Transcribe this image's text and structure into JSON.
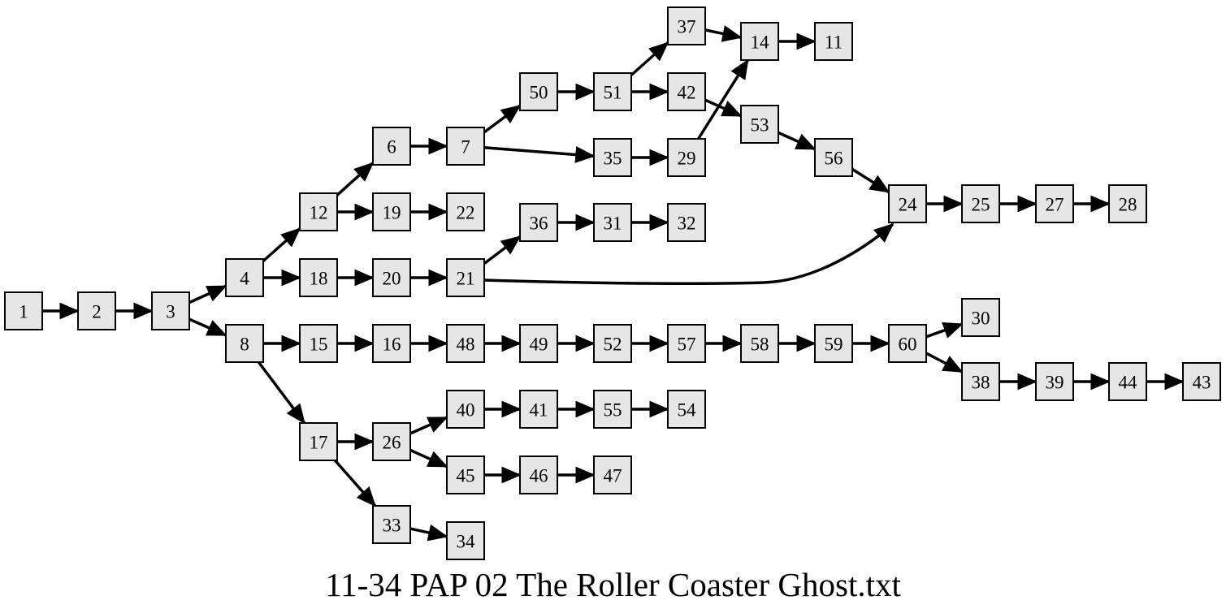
{
  "caption": "11-34 PAP 02 The Roller Coaster Ghost.txt",
  "graph": {
    "nodes": [
      "1",
      "2",
      "3",
      "4",
      "8",
      "12",
      "18",
      "15",
      "17",
      "6",
      "19",
      "20",
      "16",
      "26",
      "33",
      "7",
      "22",
      "21",
      "48",
      "40",
      "45",
      "34",
      "50",
      "35",
      "36",
      "49",
      "41",
      "46",
      "51",
      "29",
      "31",
      "52",
      "55",
      "47",
      "37",
      "42",
      "32",
      "57",
      "54",
      "14",
      "53",
      "58",
      "11",
      "56",
      "59",
      "24",
      "60",
      "25",
      "30",
      "38",
      "27",
      "39",
      "28",
      "44",
      "43"
    ],
    "edges": [
      [
        "1",
        "2"
      ],
      [
        "2",
        "3"
      ],
      [
        "3",
        "4"
      ],
      [
        "3",
        "8"
      ],
      [
        "4",
        "12"
      ],
      [
        "4",
        "18"
      ],
      [
        "12",
        "6"
      ],
      [
        "12",
        "19"
      ],
      [
        "19",
        "22"
      ],
      [
        "6",
        "7"
      ],
      [
        "7",
        "50"
      ],
      [
        "7",
        "35"
      ],
      [
        "50",
        "51"
      ],
      [
        "51",
        "37"
      ],
      [
        "51",
        "42"
      ],
      [
        "37",
        "14"
      ],
      [
        "14",
        "11"
      ],
      [
        "35",
        "29"
      ],
      [
        "29",
        "14"
      ],
      [
        "42",
        "53"
      ],
      [
        "53",
        "56"
      ],
      [
        "56",
        "24"
      ],
      [
        "18",
        "20"
      ],
      [
        "20",
        "21"
      ],
      [
        "21",
        "36"
      ],
      [
        "21",
        "24"
      ],
      [
        "36",
        "31"
      ],
      [
        "31",
        "32"
      ],
      [
        "24",
        "25"
      ],
      [
        "25",
        "27"
      ],
      [
        "27",
        "28"
      ],
      [
        "8",
        "15"
      ],
      [
        "15",
        "16"
      ],
      [
        "16",
        "48"
      ],
      [
        "48",
        "49"
      ],
      [
        "49",
        "52"
      ],
      [
        "52",
        "57"
      ],
      [
        "57",
        "58"
      ],
      [
        "58",
        "59"
      ],
      [
        "59",
        "60"
      ],
      [
        "60",
        "30"
      ],
      [
        "60",
        "38"
      ],
      [
        "38",
        "39"
      ],
      [
        "39",
        "44"
      ],
      [
        "44",
        "43"
      ],
      [
        "8",
        "17"
      ],
      [
        "17",
        "26"
      ],
      [
        "17",
        "33"
      ],
      [
        "26",
        "40"
      ],
      [
        "26",
        "45"
      ],
      [
        "40",
        "41"
      ],
      [
        "41",
        "55"
      ],
      [
        "55",
        "54"
      ],
      [
        "45",
        "46"
      ],
      [
        "46",
        "47"
      ],
      [
        "33",
        "34"
      ]
    ]
  },
  "colors": {
    "node_fill": "#e6e6e6",
    "node_stroke": "#000000",
    "edge": "#000000",
    "text": "#000000"
  }
}
